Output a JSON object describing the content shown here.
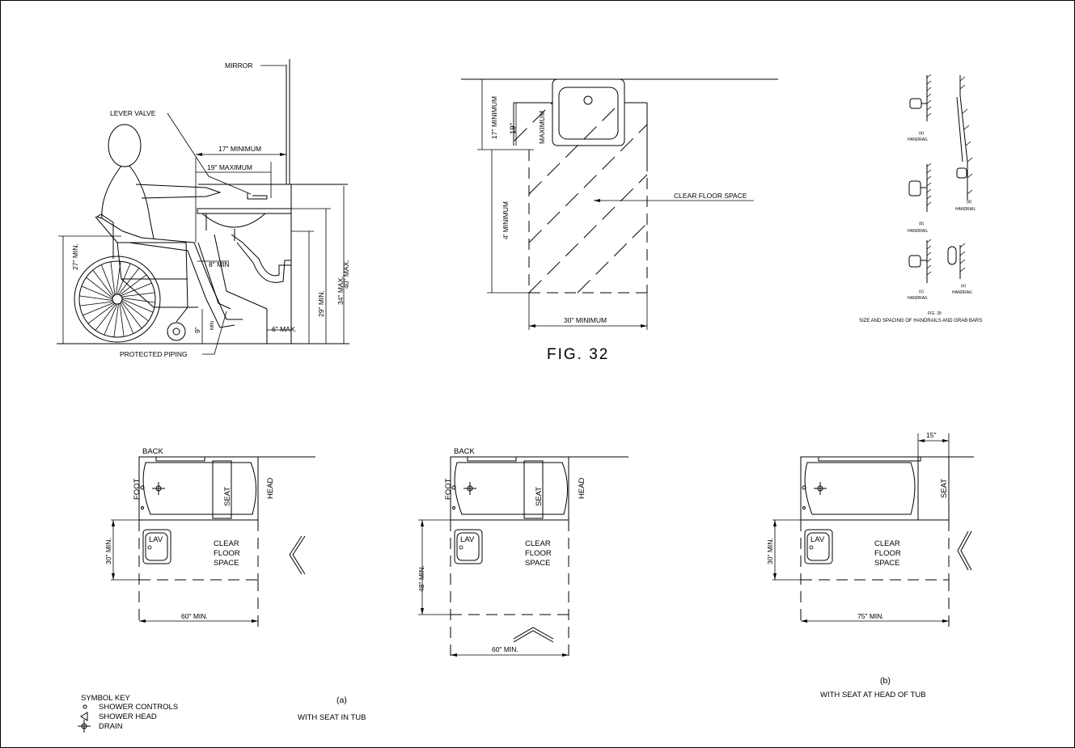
{
  "sink_elevation": {
    "mirror": "MIRROR",
    "lever_valve": "LEVER VALVE",
    "dim_17_min": "17\" MINIMUM",
    "dim_19_max": "19\" MAXIMUM",
    "dim_27_min": "27\" MIN.",
    "dim_8_min": "8\" MIN",
    "dim_9": "9\"",
    "dim_9_min": "MIN",
    "dim_6_max": "6\" MAX.",
    "dim_29_min": "29\" MIN.",
    "dim_34_max": "34\" MAX.",
    "dim_40_max": "40\" MAX.",
    "protected_piping": "PROTECTED PIPING"
  },
  "sink_plan": {
    "dim_17_minimum": "17\" MINIMUM",
    "dim_19": "19\"",
    "dim_maximum": "MAXIMUM",
    "dim_4_minimum": "4' MINIMUM",
    "clear_floor_space": "CLEAR FLOOR SPACE",
    "dim_30_minimum": "30\" MINIMUM",
    "figure_label": "FIG. 32"
  },
  "handrails": {
    "a": "(a)",
    "b": "(b)",
    "c": "(c)",
    "d": "(d)",
    "e": "(e)",
    "handrail": "HANDRAIL",
    "fig_number": "FIG. 39",
    "caption": "SIZE AND SPACING OF HANDRAILS AND GRAB BARS"
  },
  "tub_plans": {
    "back": "BACK",
    "foot": "FOOT",
    "head": "HEAD",
    "seat": "SEAT",
    "lav": "LAV",
    "clear": "CLEAR",
    "floor": "FLOOR",
    "space": "SPACE",
    "dim_30_min": "30\" MIN.",
    "dim_48_min": "48\" MIN.",
    "dim_60_min": "60\" MIN.",
    "dim_75_min": "75\" MIN.",
    "dim_15": "15\"",
    "label_a": "(a)",
    "caption_a": "WITH SEAT IN TUB",
    "label_b": "(b)",
    "caption_b": "WITH SEAT AT HEAD OF TUB"
  },
  "symbol_key": {
    "title": "SYMBOL KEY",
    "items": [
      {
        "icon": "shower-controls-icon",
        "label": "SHOWER CONTROLS"
      },
      {
        "icon": "shower-head-icon",
        "label": "SHOWER HEAD"
      },
      {
        "icon": "drain-icon",
        "label": "DRAIN"
      }
    ]
  }
}
